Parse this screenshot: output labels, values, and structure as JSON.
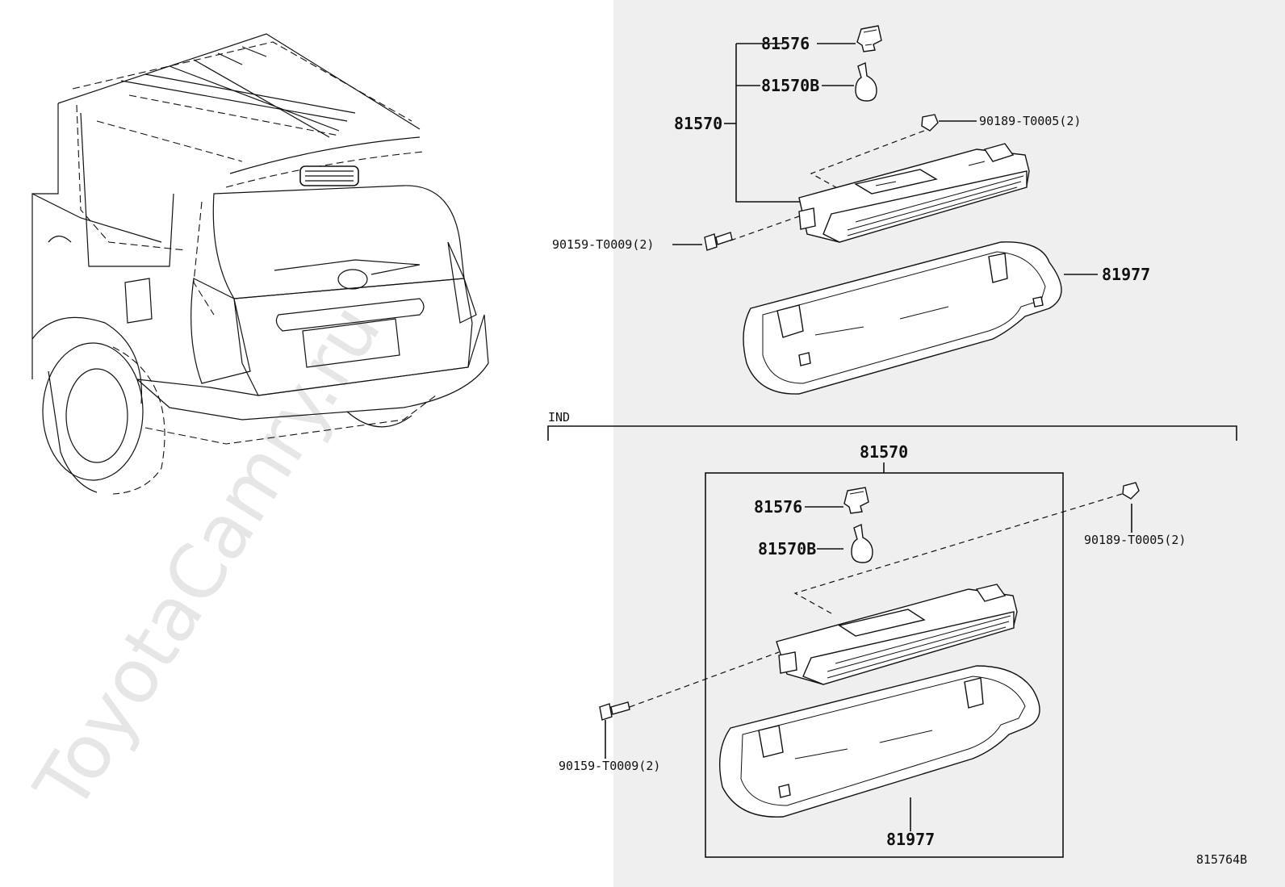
{
  "watermark": "ToyotaCamry.ru",
  "variant_label": "IND",
  "diagram_id": "815764B",
  "upper_group": {
    "assembly": "81570",
    "socket": "81576",
    "bulb": "81570B",
    "clip": "90189-T0005(2)",
    "screw": "90159-T0009(2)",
    "cover": "81977"
  },
  "lower_group": {
    "assembly": "81570",
    "socket": "81576",
    "bulb": "81570B",
    "clip": "90189-T0005(2)",
    "screw": "90159-T0009(2)",
    "cover": "81977"
  },
  "colors": {
    "panel_bg": "#efefef",
    "line": "#111111",
    "watermark": "#e6e6e6"
  }
}
